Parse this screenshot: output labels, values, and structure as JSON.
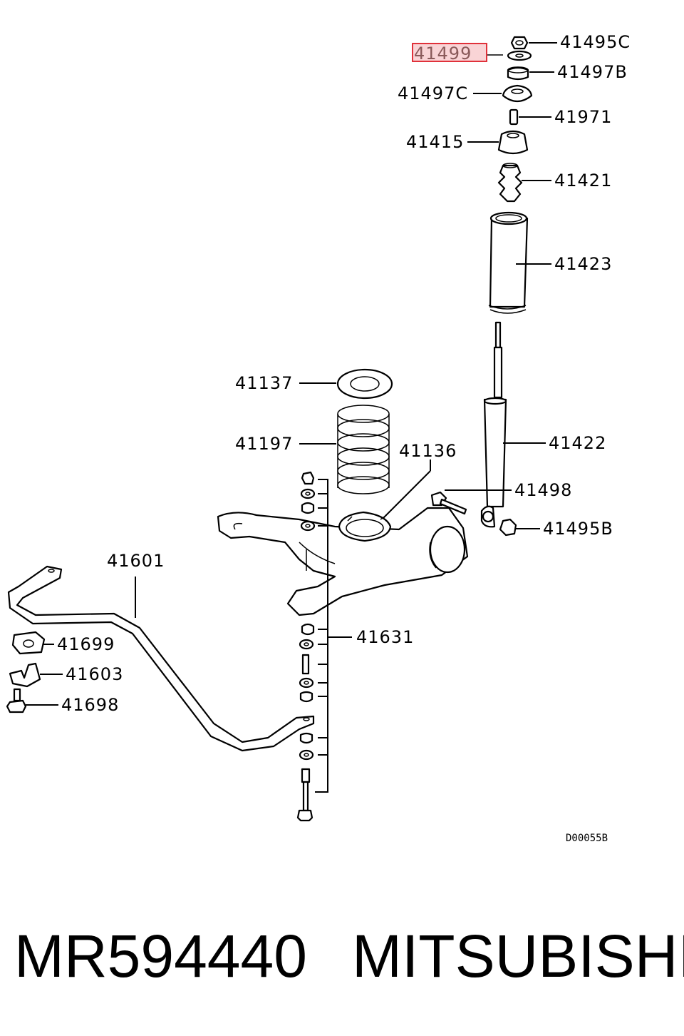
{
  "highlight_color": "#e0313a",
  "highlight_fill": "#f9d4d6",
  "callouts": {
    "c41495C": "41495C",
    "c41499": "41499",
    "c41497B": "41497B",
    "c41497C": "41497C",
    "c41971": "41971",
    "c41415": "41415",
    "c41421": "41421",
    "c41423": "41423",
    "c41137": "41137",
    "c41197": "41197",
    "c41136": "41136",
    "c41422": "41422",
    "c41498": "41498",
    "c41495B": "41495B",
    "c41601": "41601",
    "c41631": "41631",
    "c41699": "41699",
    "c41603": "41603",
    "c41698": "41698"
  },
  "diagram_code": "D00055B",
  "footer": {
    "part_number": "MR594440",
    "brand": "MITSUBISHI"
  }
}
